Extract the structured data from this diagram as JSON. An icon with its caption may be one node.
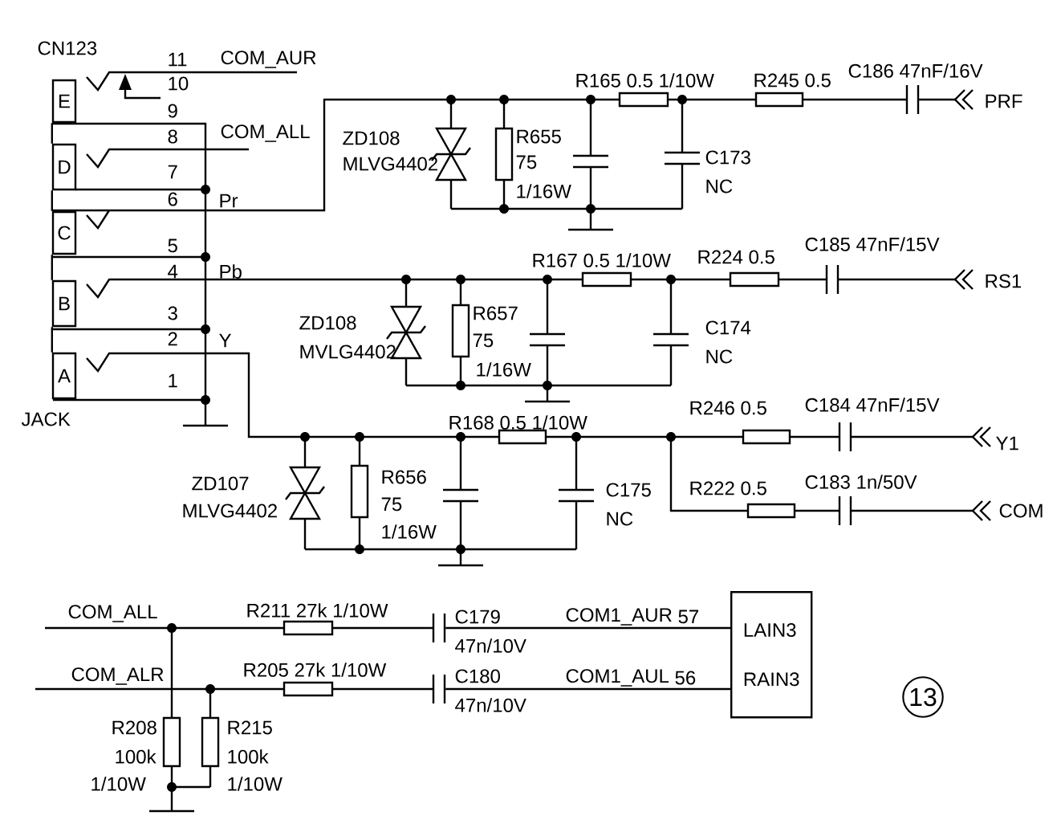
{
  "diagram": {
    "nodes": [
      {
        "text": [
          "E"
        ]
      },
      {
        "text": [
          "D"
        ]
      },
      {
        "text": [
          "C"
        ]
      },
      {
        "text": [
          "B"
        ]
      },
      {
        "text": [
          "A"
        ]
      },
      {
        "text": [
          "LAIN3",
          "RAIN3"
        ]
      },
      {
        "text": [],
        "shape": "capacitor"
      },
      {
        "text": [],
        "shape": "capacitor"
      }
    ],
    "edges": [
      {
        "from": 6,
        "to": 5,
        "arrow": "none"
      },
      {
        "from": 7,
        "to": 5,
        "arrow": "none"
      },
      {
        "from": 0,
        "to": 1,
        "arrow": "none"
      },
      {
        "from": 1,
        "to": 2,
        "arrow": "none"
      },
      {
        "from": 2,
        "to": 3,
        "arrow": "none"
      },
      {
        "from": 3,
        "to": 4,
        "arrow": "none"
      }
    ],
    "labels": [
      "CN123",
      "11",
      "COM_AUR",
      "10",
      "9",
      "8",
      "COM_ALL",
      "7",
      "6",
      "Pr",
      "5",
      "4",
      "Pb",
      "3",
      "2",
      "Y",
      "1",
      "JACK",
      "ZD108",
      "MLVG4402",
      "R655",
      "75",
      "1/16W",
      "R165 0.5 1/10W",
      "R245 0.5",
      "C186 47nF/16V",
      "PRF",
      "C173",
      "NC",
      "R167 0.5 1/10W",
      "R224 0.5",
      "C185 47nF/15V",
      "RS1",
      "ZD108",
      "MVLG4402",
      "R657",
      "75",
      "1/16W",
      "C174",
      "NC",
      "R168 0.5 1/10W",
      "R246 0.5",
      "C184 47nF/15V",
      "Y1",
      "ZD107",
      "MLVG4402",
      "R656",
      "75",
      "1/16W",
      "C175",
      "NC",
      "R222 0.5",
      "C183 1n/50V",
      "COM",
      "COM_ALL",
      "R211 27k 1/10W",
      "C179",
      "47n/10V",
      "COM1_AUR",
      "57",
      "COM_ALR",
      "R205 27k 1/10W",
      "C180",
      "47n/10V",
      "COM1_AUL",
      "56",
      "R208",
      "100k",
      "1/10W",
      "R215",
      "100k",
      "1/10W",
      "13"
    ]
  }
}
